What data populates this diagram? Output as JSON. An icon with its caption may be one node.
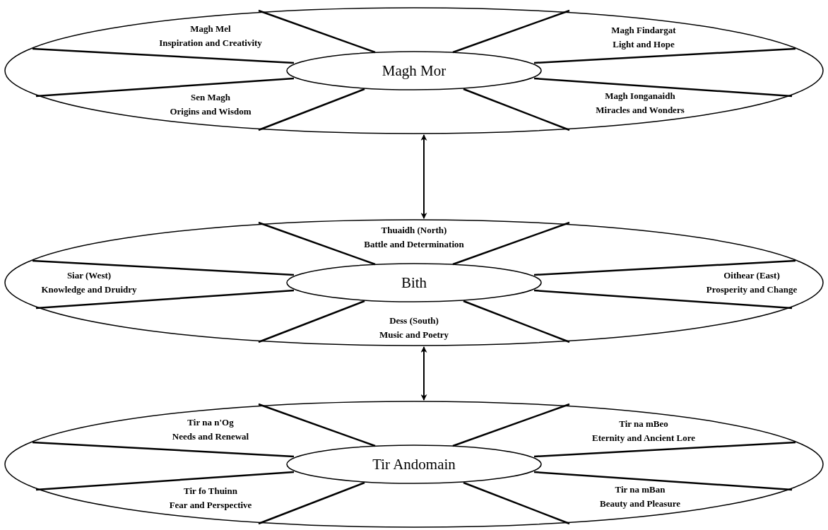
{
  "diagram": {
    "nodes": [
      {
        "text": [],
        "shape": "ellipse"
      },
      {
        "text": [
          "Magh Mor"
        ],
        "in": 0
      },
      {
        "text": [
          "Magh Mel",
          "Inspiration and Creativity"
        ],
        "in": 0
      },
      {
        "text": [
          "Magh Findargat",
          "Light and Hope"
        ],
        "in": 0
      },
      {
        "text": [
          "Sen Magh",
          "Origins and Wisdom"
        ],
        "in": 0
      },
      {
        "text": [
          "Magh Ionganaidh",
          "Miracles and Wonders"
        ],
        "in": 0
      },
      {
        "text": [],
        "shape": "ellipse"
      },
      {
        "text": [
          "Bith"
        ],
        "in": 6
      },
      {
        "text": [
          "Thuaidh (North)",
          "Battle and Determination"
        ],
        "in": 6
      },
      {
        "text": [
          "Siar (West)",
          "Knowledge and Druidry"
        ],
        "in": 6
      },
      {
        "text": [
          "Oithear (East)",
          "Prosperity and Change"
        ],
        "in": 6
      },
      {
        "text": [
          "Dess (South)",
          "Music and Poetry"
        ],
        "in": 6
      },
      {
        "text": [],
        "shape": "ellipse"
      },
      {
        "text": [
          "Tir Andomain"
        ],
        "in": 12
      },
      {
        "text": [
          "Tir na n'Og",
          "Needs and Renewal"
        ],
        "in": 12
      },
      {
        "text": [
          "Tir na mBeo",
          "Eternity and Ancient Lore"
        ],
        "in": 12
      },
      {
        "text": [
          "Tir fo Thuinn",
          "Fear and Perspective"
        ],
        "in": 12
      },
      {
        "text": [
          "Tir na mBan",
          "Beauty and Pleasure"
        ],
        "in": 12
      }
    ],
    "edges": [
      {
        "from": 0,
        "to": 6,
        "arrow": "both"
      },
      {
        "from": 6,
        "to": 12,
        "arrow": "both"
      }
    ]
  }
}
